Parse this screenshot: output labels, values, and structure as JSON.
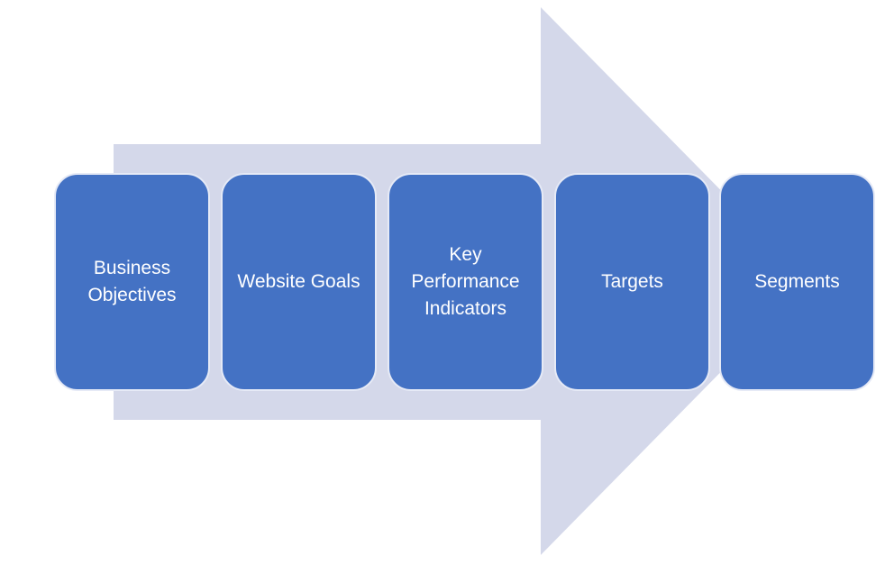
{
  "diagram": {
    "type": "process-flow-arrow",
    "title": "",
    "steps": [
      {
        "label": "Business Objectives"
      },
      {
        "label": "Website Goals"
      },
      {
        "label": "Key Performance Indicators"
      },
      {
        "label": "Targets"
      },
      {
        "label": "Segments"
      }
    ],
    "colors": {
      "arrow_fill": "#d4d8ea",
      "step_fill": "#4472c4",
      "step_border": "#e6eaf6",
      "step_text": "#ffffff",
      "background": "#ffffff"
    }
  }
}
